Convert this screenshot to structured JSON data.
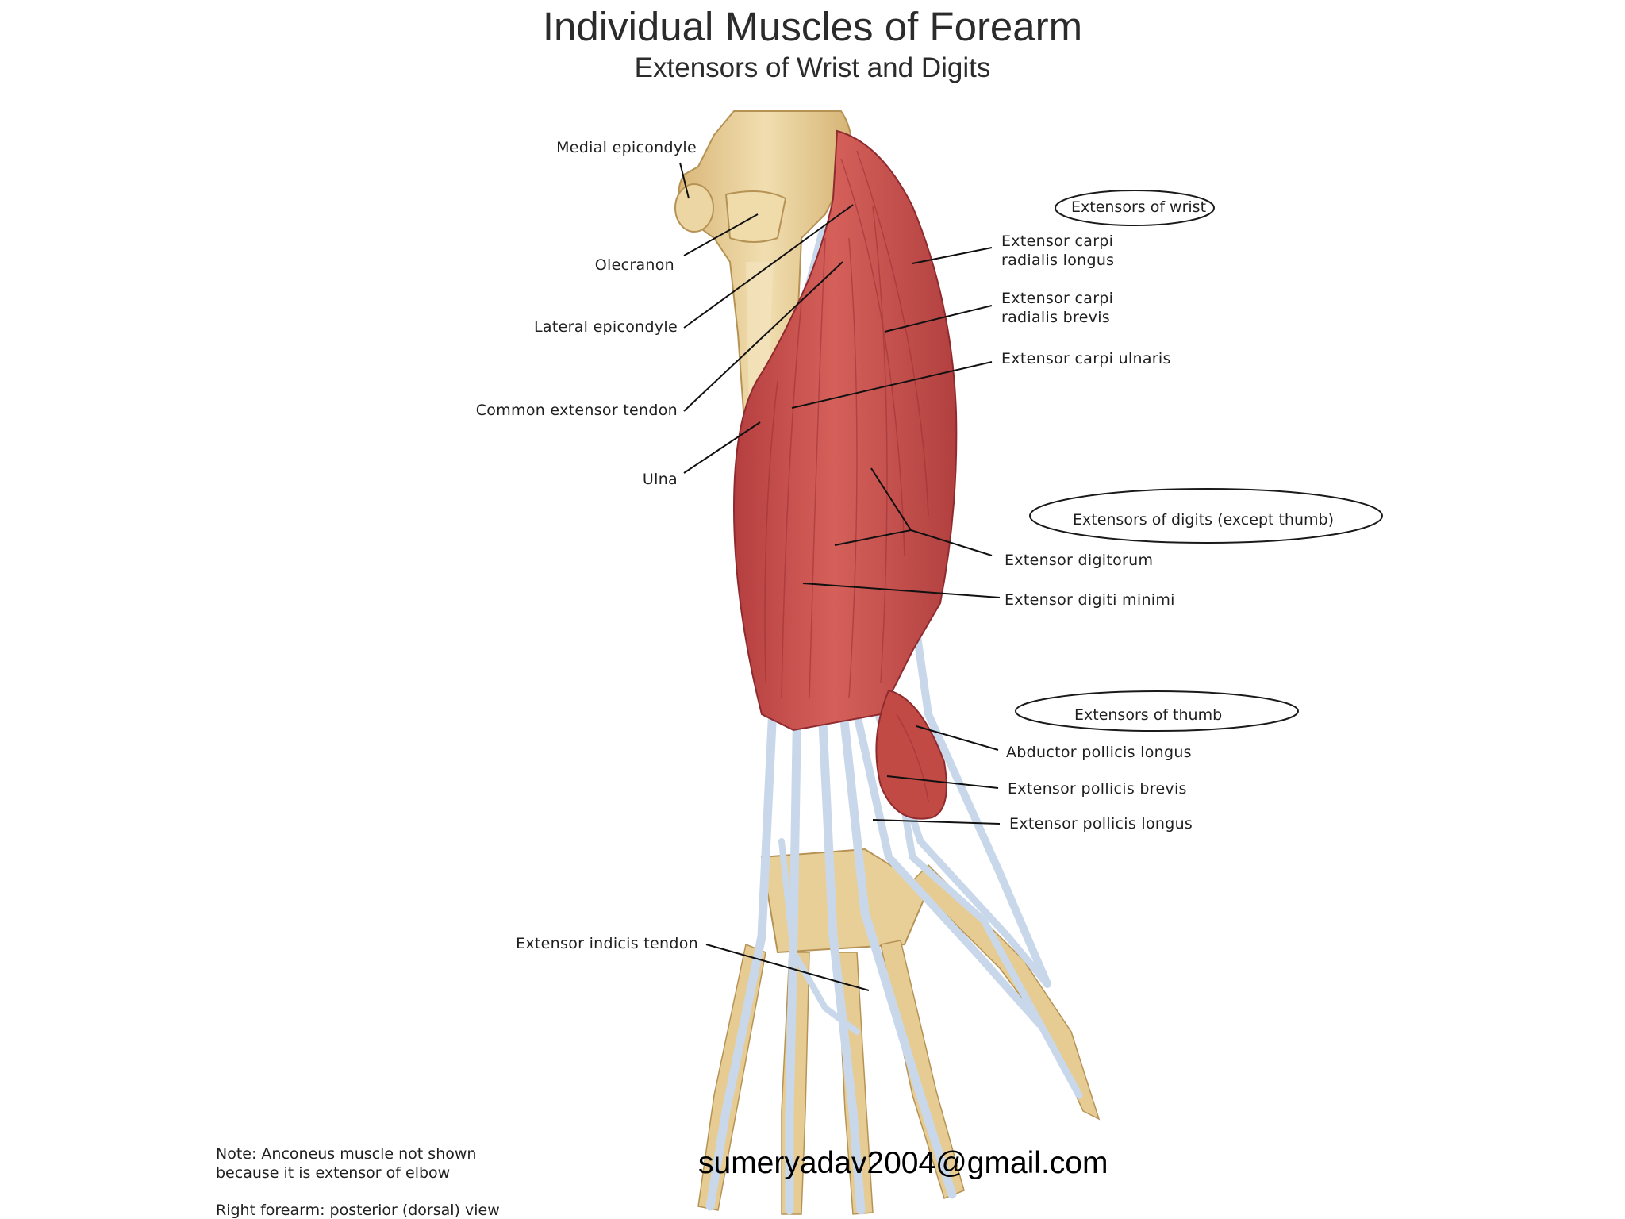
{
  "title": "Individual Muscles of Forearm",
  "subtitle": "Extensors of Wrist and Digits",
  "labels_left": {
    "medial_epicondyle": "Medial epicondyle",
    "olecranon": "Olecranon",
    "lateral_epicondyle": "Lateral epicondyle",
    "common_extensor_tendon": "Common extensor tendon",
    "ulna": "Ulna",
    "extensor_indicis_tendon": "Extensor indicis tendon"
  },
  "groups": {
    "wrist": "Extensors of wrist",
    "digits": "Extensors of digits (except thumb)",
    "thumb": "Extensors of thumb"
  },
  "labels_right": {
    "ecrl_1": "Extensor carpi",
    "ecrl_2": "radialis longus",
    "ecrb_1": "Extensor carpi",
    "ecrb_2": "radialis brevis",
    "ecu": "Extensor carpi ulnaris",
    "ed": "Extensor digitorum",
    "edm": "Extensor digiti minimi",
    "apl": "Abductor pollicis longus",
    "epb": "Extensor pollicis brevis",
    "epl": "Extensor pollicis longus"
  },
  "note": {
    "line1": "Note: Anconeus muscle not shown",
    "line2": "because it is extensor of elbow",
    "view": "Right forearm: posterior (dorsal) view"
  },
  "watermark": "sumeryadav2004@gmail.com",
  "colors": {
    "muscle": "#c9504a",
    "muscle_dark": "#a8363a",
    "bone": "#e8cf98",
    "tendon": "#c8d8ea"
  }
}
